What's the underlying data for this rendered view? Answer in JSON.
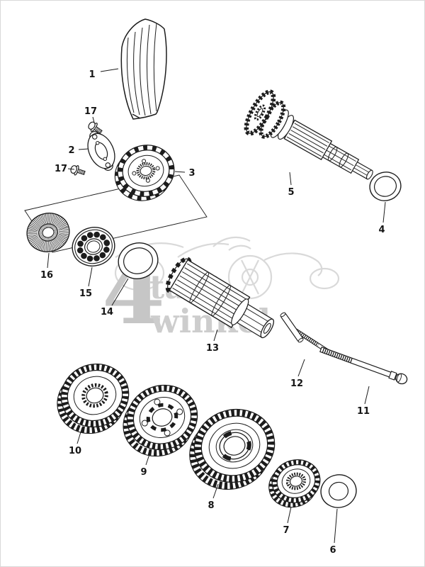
{
  "diagram": {
    "background": "#ffffff",
    "line_color": "#1c1c1c"
  },
  "watermark": {
    "numeral": "4",
    "word_top": "takt",
    "word_bottom": "winkel",
    "color": "#c0c0c0"
  },
  "callouts": [
    "1",
    "17",
    "2",
    "17",
    "3",
    "5",
    "4",
    "16",
    "15",
    "14",
    "13",
    "12",
    "11",
    "10",
    "9",
    "8",
    "7",
    "6"
  ]
}
